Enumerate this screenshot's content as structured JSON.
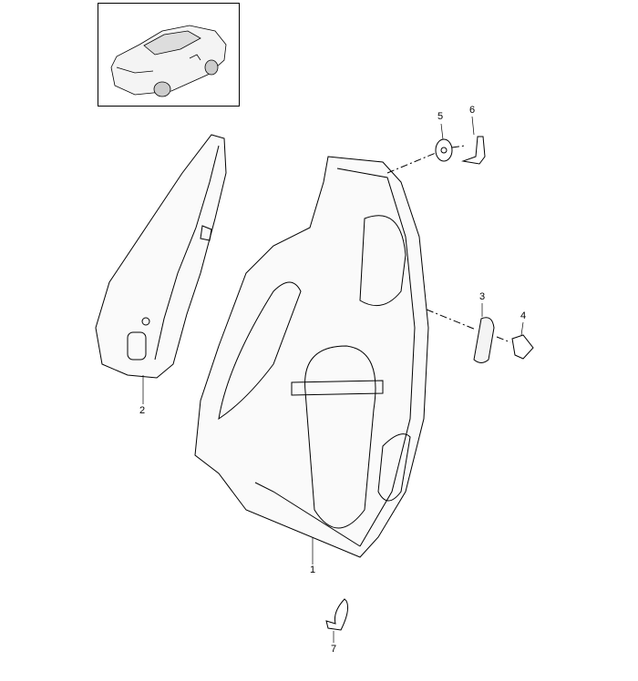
{
  "diagram": {
    "thumbnail": "car-overview",
    "callouts": [
      {
        "id": "1",
        "label": "1"
      },
      {
        "id": "2",
        "label": "2"
      },
      {
        "id": "3",
        "label": "3"
      },
      {
        "id": "4",
        "label": "4"
      },
      {
        "id": "5",
        "label": "5"
      },
      {
        "id": "6",
        "label": "6"
      },
      {
        "id": "7",
        "label": "7"
      }
    ]
  }
}
